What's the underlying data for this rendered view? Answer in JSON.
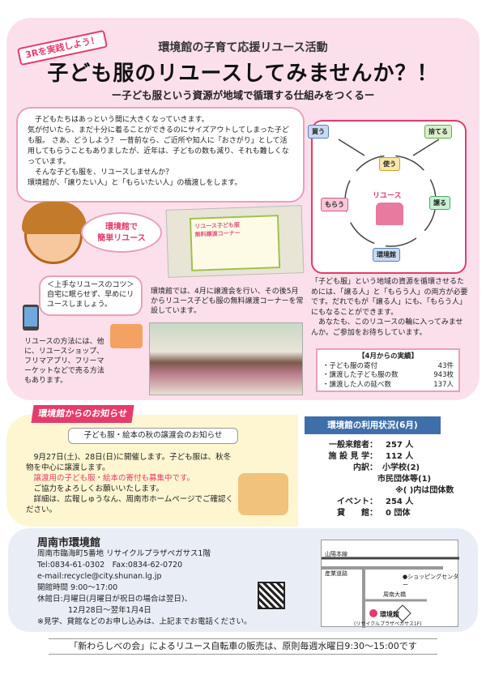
{
  "header": {
    "badge": "3Rを実践しよう！",
    "subtitle": "環境館の子育て応援リユース活動",
    "title": "子ども服のリユースしてみませんか？！",
    "tagline": "ー子ども服という資源が地域で循環する仕組みをつくるー"
  },
  "intro": [
    "子どもたちはあっという間に大きくなっていきます。",
    "気が付いたら、まだ十分に着ることができるのにサイズアウトしてしまった子ども服。 さあ、どうしよう？ 一昔前なら、ご近所や知人に「おさがり」として活用してもらうこともありましたが、近年は、子どもの数も減り、それも難しくなっています。",
    "そんな子ども服を、リユースしませんか？",
    "環境館が、「譲りたい人」と「もらいたい人」の橋渡しをします。"
  ],
  "cycle": {
    "buy": "買う",
    "discard": "捨てる",
    "use": "使う",
    "give": "譲る",
    "receive": "もらう",
    "center": "リユース",
    "hub": "環境館"
  },
  "bubble": [
    "環境館で",
    "簡単リユース"
  ],
  "sign": [
    "リユース子ども服",
    "無料譲渡コーナー"
  ],
  "tip": {
    "title": "＜上手なリユースのコツ＞",
    "text": "自宅に眠らせず、早めにリユースしましょう。"
  },
  "method": "リユースの方法には、他に、リユースショップ、フリマアプリ、フリーマーケットなどで売る方法もあります。",
  "facility": "環境館では、4月に譲渡会を行い、その後5月からリユース子ども服の無料譲渡コーナーを常設しています。",
  "explain": [
    "「子ども服」という地域の資源を循環させるためには、「譲る人」と「もらう人」の両方が必要です。だれでもが「譲る人」にも、「もらう人」にもなることができます。",
    "あなたも、このリユースの輪に入ってみませんか。ご参加をお待ちしています。"
  ],
  "stats": {
    "title": "【4月からの実績】",
    "rows": [
      [
        "・子ども服の寄付",
        "43件"
      ],
      [
        "・譲渡した子ども服の数",
        "943枚"
      ],
      [
        "・譲渡した人の延べ数",
        "137人"
      ]
    ]
  },
  "notice": {
    "head": "環境館からのお知らせ",
    "title": "子ども服・絵本の秋の譲渡会のお知らせ",
    "line1": "9月27日(土)、28日(日)に開催します。子ども服は、秋冬物を中心に譲渡します。",
    "line2": "譲渡用の子ども服・絵本の寄付も募集中です。",
    "line3": "ご協力をよろしくお願いいたします。",
    "line4": "詳細は、広報しゅうなん、周南市ホームページでご確認ください。"
  },
  "usage": {
    "head": "環境館の利用状況(6月)",
    "rows": [
      [
        "一般来館者：",
        "257 人"
      ],
      [
        "施 設 見 学：",
        "112 人"
      ],
      [
        "内訳：",
        "小学校(2)"
      ],
      [
        "",
        "市民団体等(1)"
      ],
      [
        "",
        "※( )内は団体数"
      ],
      [
        "イベント：",
        "254 人"
      ],
      [
        "貸　　館：",
        "0 団体"
      ]
    ]
  },
  "contact": {
    "name": "周南市環境館",
    "address": "周南市臨海町5番地 リサイクルプラザペガサス1階",
    "tel": "Tel:0834-61-0302　Fax:0834-62-0720",
    "email": "e-mail:recycle@city.shunan.lg.jp",
    "hours": "開館時間 9:00～17:00",
    "closed": "休館日:月曜日(月曜日が祝日の場合は翌日)、",
    "closed2": "12月28日～翌年1月4日",
    "note": "※見学、貸館などのお申し込みは、上記までお電話ください。"
  },
  "map": {
    "rail": "山陽本線",
    "road": "産業道路",
    "shop": "●ショッピングセンター",
    "bridge": "周南大橋",
    "place": "環境館",
    "place2": "(リサイクルプラザペガサス1F)"
  },
  "footer": "「新わらしべの会」によるリユース自転車の販売は、原則毎週水曜日9:30～15:00です"
}
